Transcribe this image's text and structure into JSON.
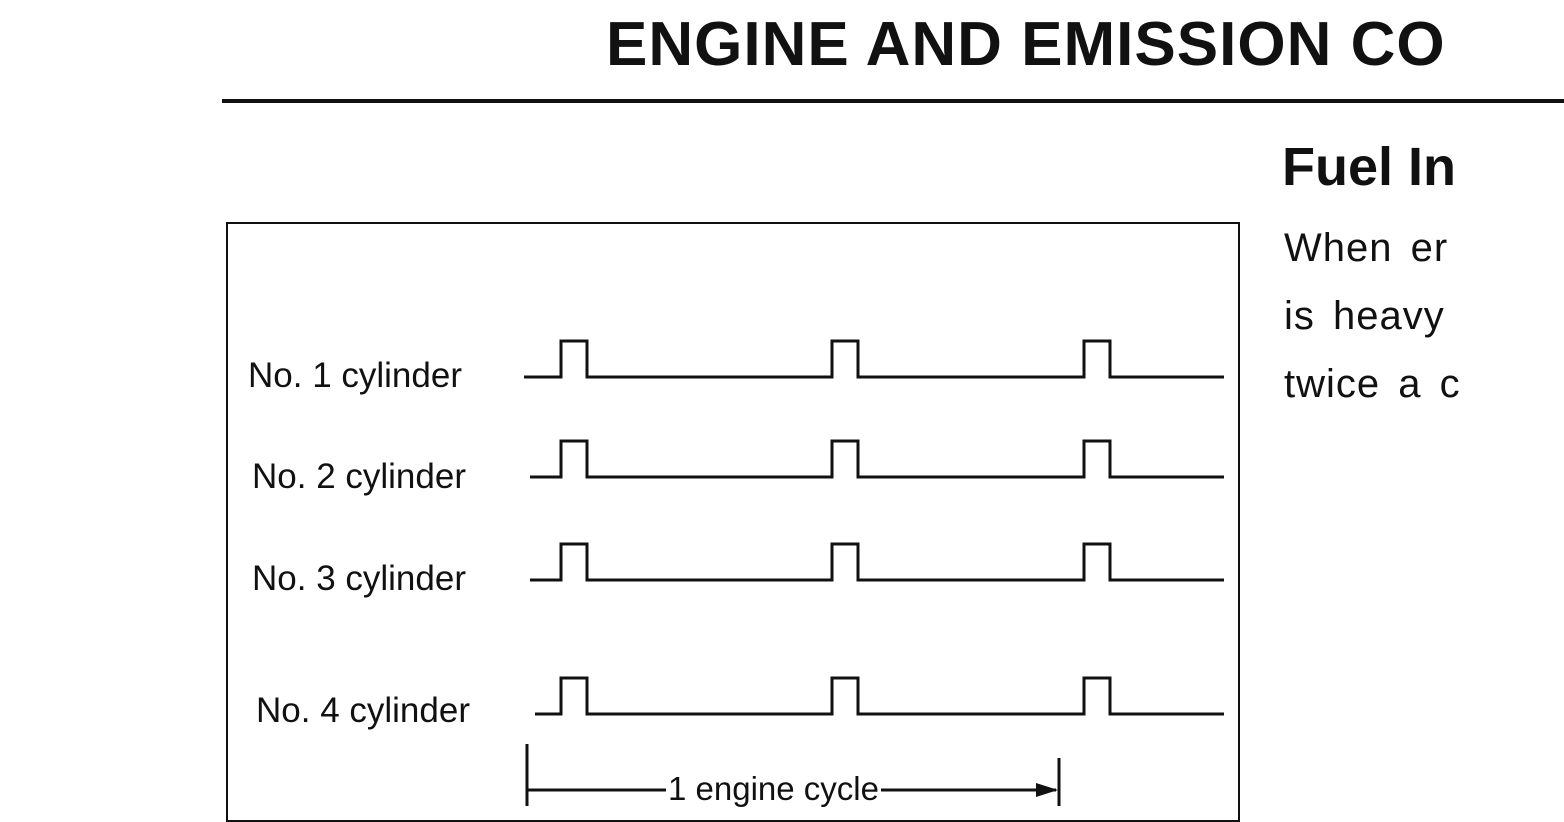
{
  "header": {
    "title": "ENGINE AND EMISSION CO"
  },
  "diagram": {
    "cylinders": [
      {
        "label": "No. 1 cylinder"
      },
      {
        "label": "No. 2 cylinder"
      },
      {
        "label": "No. 3 cylinder"
      },
      {
        "label": "No. 4 cylinder"
      }
    ],
    "cycle_label": "1 engine cycle"
  },
  "section": {
    "title": "Fuel In",
    "lines": [
      "When er",
      "is  heavy",
      "twice  a  c"
    ]
  }
}
